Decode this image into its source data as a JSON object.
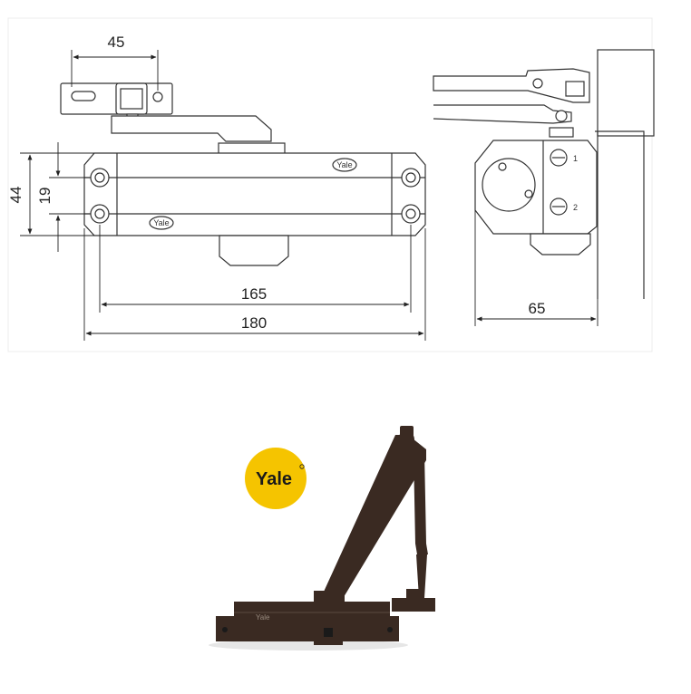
{
  "drawing": {
    "dimensions": {
      "arm_width": "45",
      "height_total": "44",
      "hole_spacing_vertical": "19",
      "hole_spacing_horizontal": "165",
      "body_length": "180",
      "side_depth": "65"
    },
    "adjust_valves": [
      "1",
      "2"
    ]
  },
  "product": {
    "brand": "Yale",
    "body_mark": "Yale",
    "logo_color": "#f5c400",
    "finish_color": "#3a2a22"
  }
}
